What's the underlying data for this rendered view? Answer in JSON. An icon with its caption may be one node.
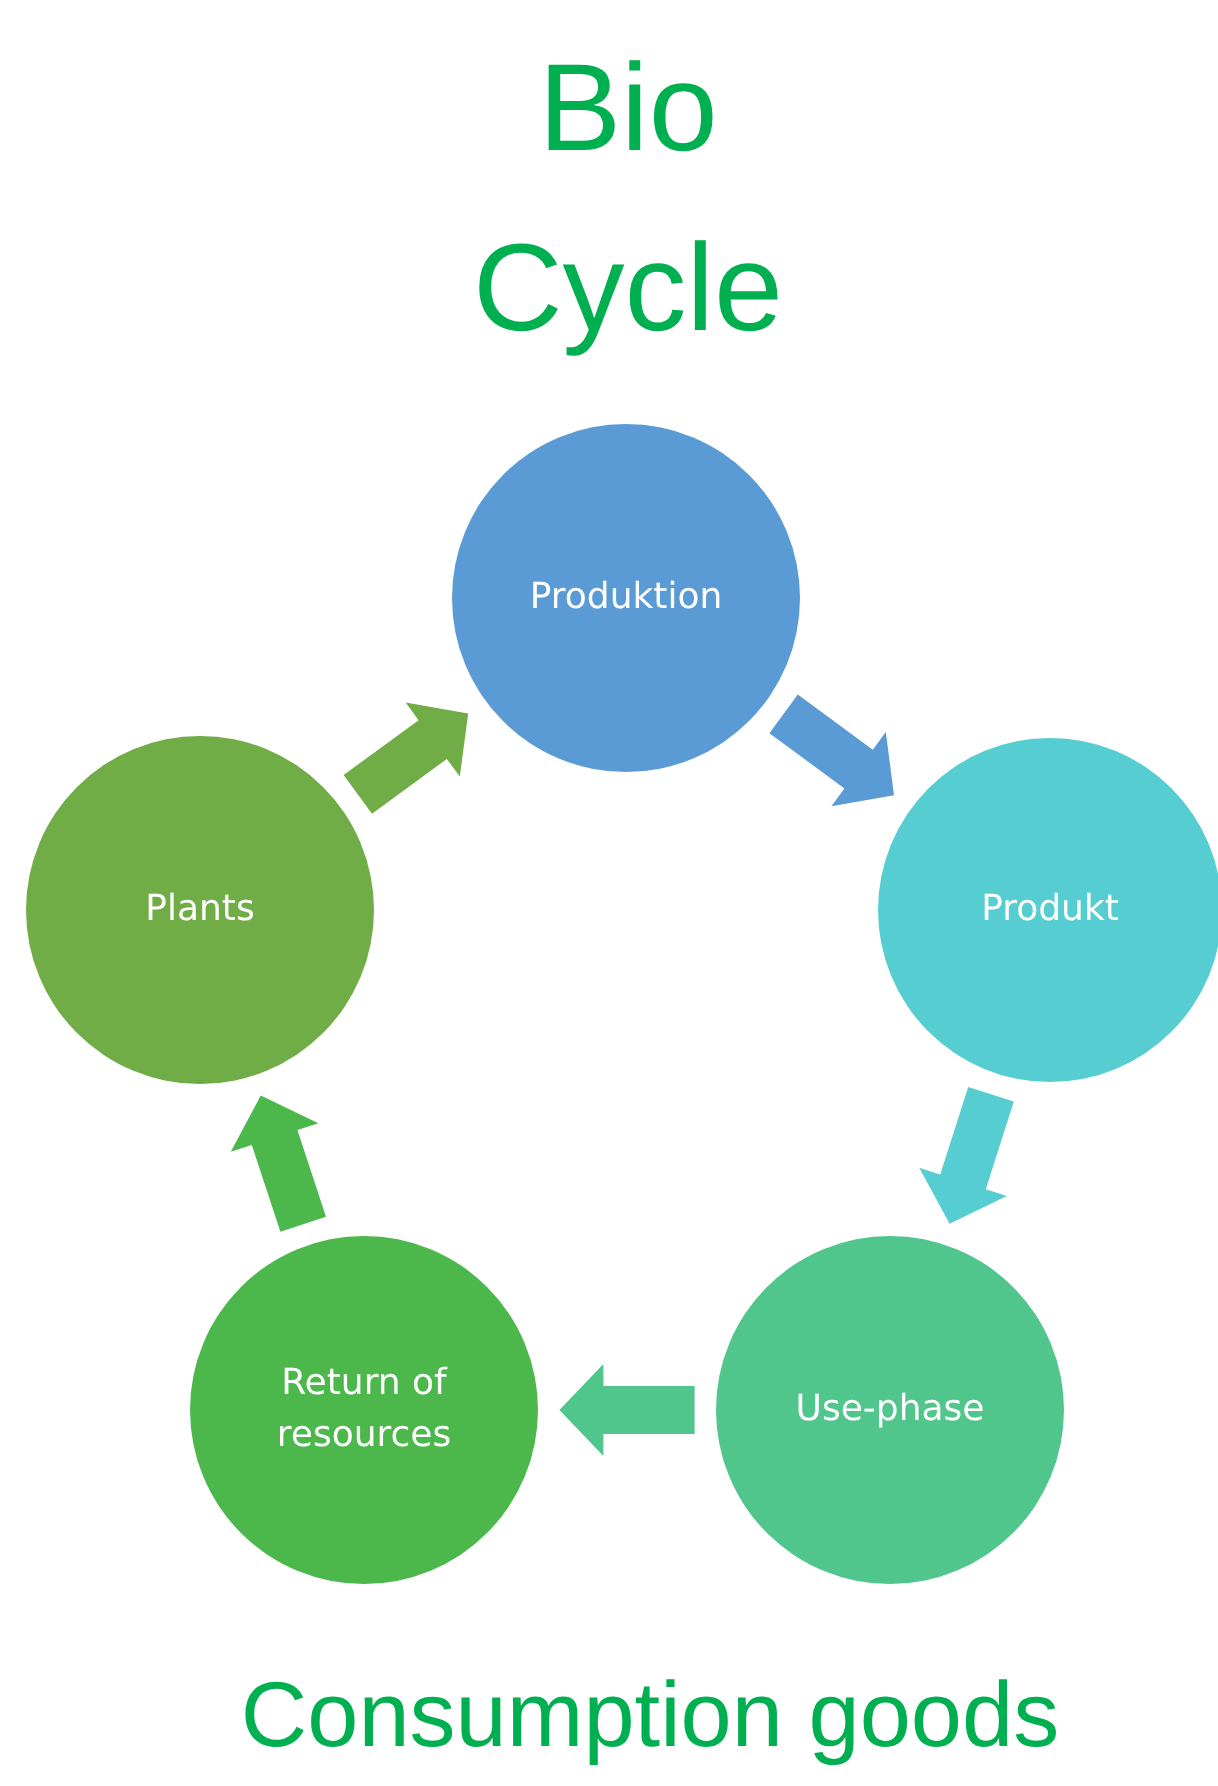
{
  "diagram": {
    "title": "Bio Cycle",
    "caption": "Consumption goods",
    "nodes": [
      {
        "text": [
          "Produktion"
        ]
      },
      {
        "text": [
          "Produkt"
        ]
      },
      {
        "text": [
          "Use-phase"
        ]
      },
      {
        "text": [
          "Return of resources"
        ]
      },
      {
        "text": [
          "Plants"
        ]
      }
    ],
    "edges": [
      {
        "from": 0,
        "to": 1,
        "arrow": "to",
        "color": "#5b9bd5"
      },
      {
        "from": 1,
        "to": 2,
        "arrow": "to",
        "color": "#56cdd0"
      },
      {
        "from": 2,
        "to": 3,
        "arrow": "to",
        "color": "#50c68c"
      },
      {
        "from": 3,
        "to": 4,
        "arrow": "to",
        "color": "#4cb84c"
      },
      {
        "from": 4,
        "to": 0,
        "arrow": "to",
        "color": "#70ad47"
      }
    ]
  }
}
